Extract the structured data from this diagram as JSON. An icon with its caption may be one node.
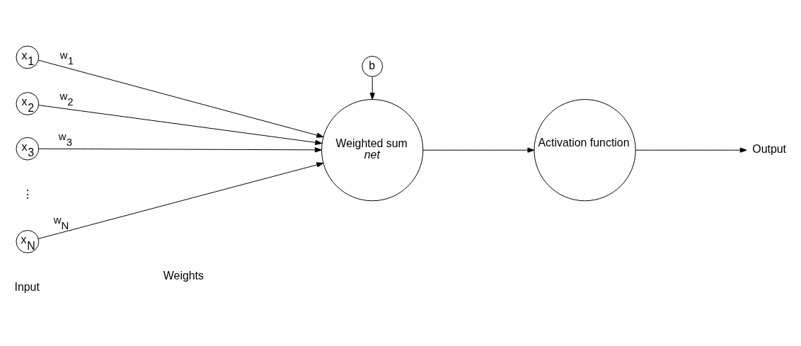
{
  "diagram": {
    "nodes": [
      {
        "text": [
          "x$_{1}$"
        ]
      },
      {
        "text": [
          "x$_{2}$"
        ]
      },
      {
        "text": [
          "x$_{3}$"
        ]
      },
      {
        "text": [
          "x$_{N}$"
        ]
      },
      {
        "text": [
          "Weighted sum",
          "net"
        ]
      },
      {
        "text": [
          "Activation function"
        ]
      },
      {
        "text": [
          "b"
        ]
      },
      {
        "text": [
          "Output"
        ]
      }
    ],
    "edges": [
      {
        "from": 0,
        "to": 4,
        "arrow": "to",
        "label": "w$_{1}$"
      },
      {
        "from": 1,
        "to": 4,
        "arrow": "to",
        "label": "w$_{2}$"
      },
      {
        "from": 2,
        "to": 4,
        "arrow": "to",
        "label": "w$_{3}$"
      },
      {
        "from": 3,
        "to": 4,
        "arrow": "to",
        "label": "w$_{N}$"
      },
      {
        "from": 6,
        "to": 4,
        "arrow": "to"
      },
      {
        "from": 4,
        "to": 5,
        "arrow": "to"
      },
      {
        "from": 5,
        "to": 7,
        "arrow": "to"
      }
    ],
    "labels": [
      "Input",
      "Weights",
      "⋮"
    ]
  }
}
